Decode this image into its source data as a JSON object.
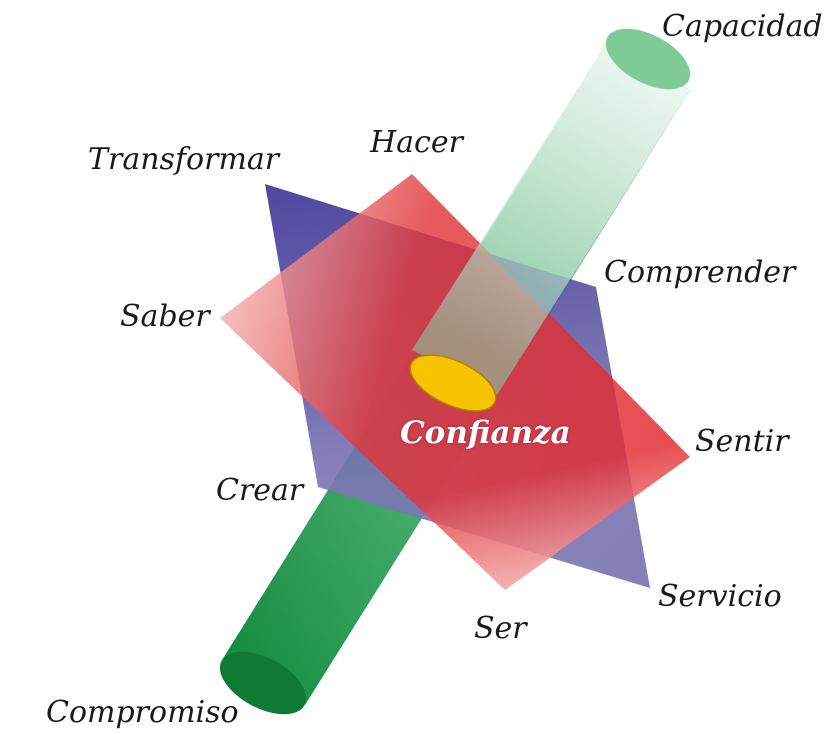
{
  "diagram": {
    "center_label": "Confianza",
    "labels": {
      "capacidad": "Capacidad",
      "compromiso": "Compromiso",
      "hacer": "Hacer",
      "ser": "Ser",
      "transformar": "Transformar",
      "servicio": "Servicio",
      "comprender": "Comprender",
      "crear": "Crear",
      "saber": "Saber",
      "sentir": "Sentir"
    },
    "colors": {
      "cylinder": "#1e9a4c",
      "red_plane": "#e2262c",
      "blue_plane": "#2a1f86",
      "center_ellipse": "#f7c200"
    }
  }
}
